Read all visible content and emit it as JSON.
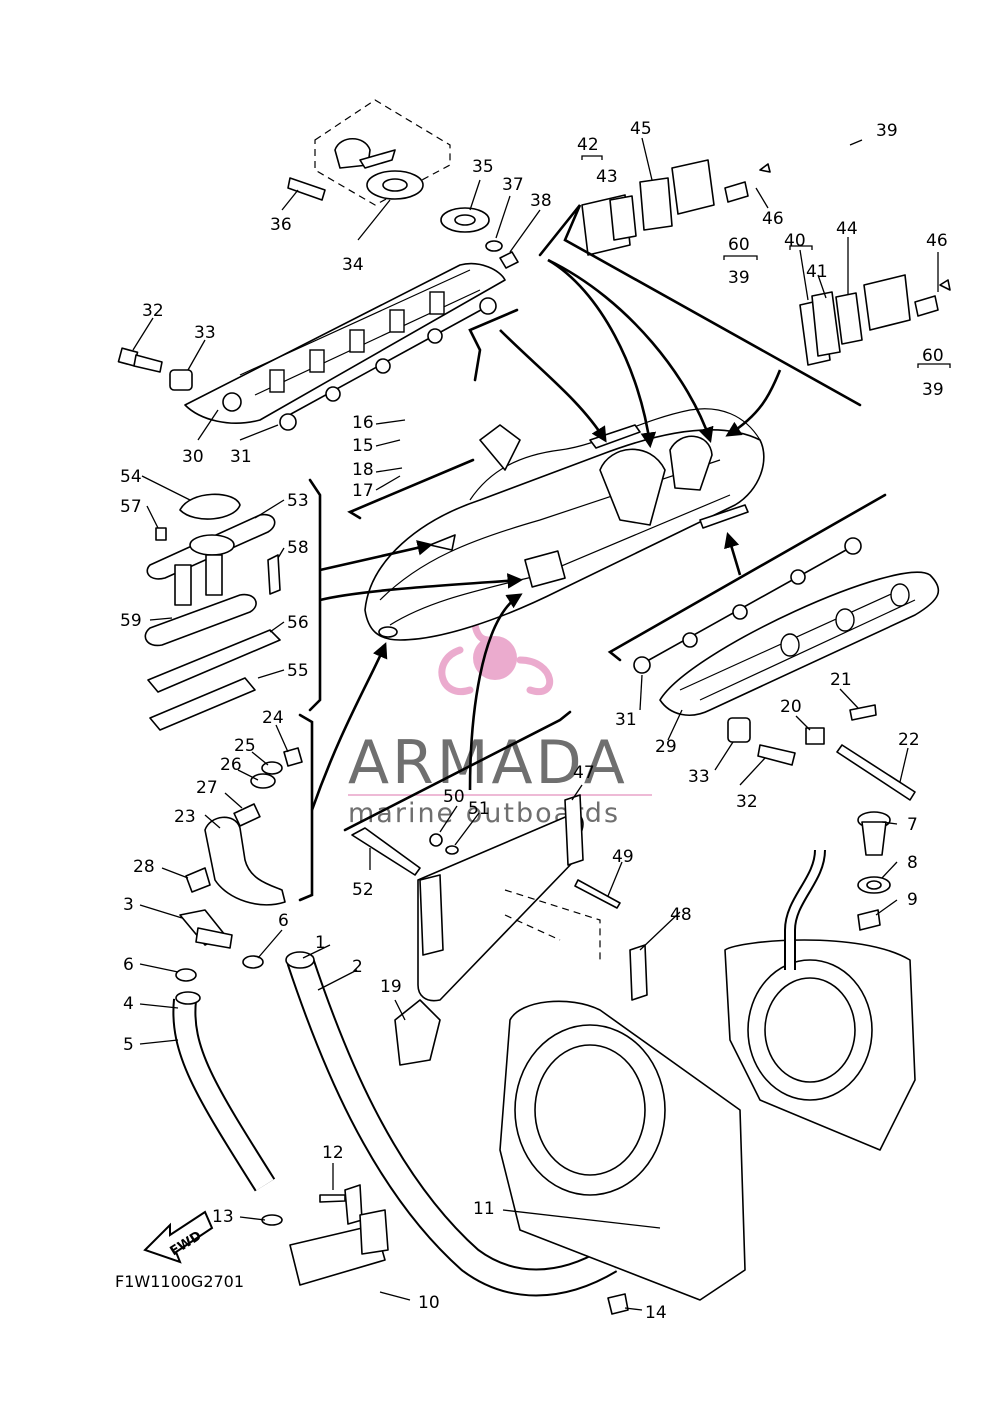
{
  "diagram": {
    "code": "F1W1100G2701",
    "fwd_label": "FWD",
    "watermark": {
      "brand": "ARMADA",
      "tagline": "marine outboards",
      "logo_color": "#e9a3c9",
      "text_color": "#6f6f6f"
    },
    "callouts": [
      "1",
      "2",
      "3",
      "4",
      "5",
      "6",
      "6",
      "7",
      "8",
      "9",
      "10",
      "11",
      "12",
      "13",
      "14",
      "15",
      "16",
      "17",
      "18",
      "19",
      "20",
      "21",
      "22",
      "23",
      "24",
      "25",
      "26",
      "27",
      "28",
      "29",
      "30",
      "31",
      "31",
      "32",
      "32",
      "33",
      "33",
      "34",
      "35",
      "36",
      "37",
      "38",
      "39",
      "39",
      "39",
      "40",
      "41",
      "42",
      "43",
      "44",
      "45",
      "46",
      "46",
      "47",
      "48",
      "49",
      "50",
      "51",
      "52",
      "53",
      "54",
      "55",
      "56",
      "57",
      "58",
      "59",
      "60",
      "60"
    ]
  }
}
